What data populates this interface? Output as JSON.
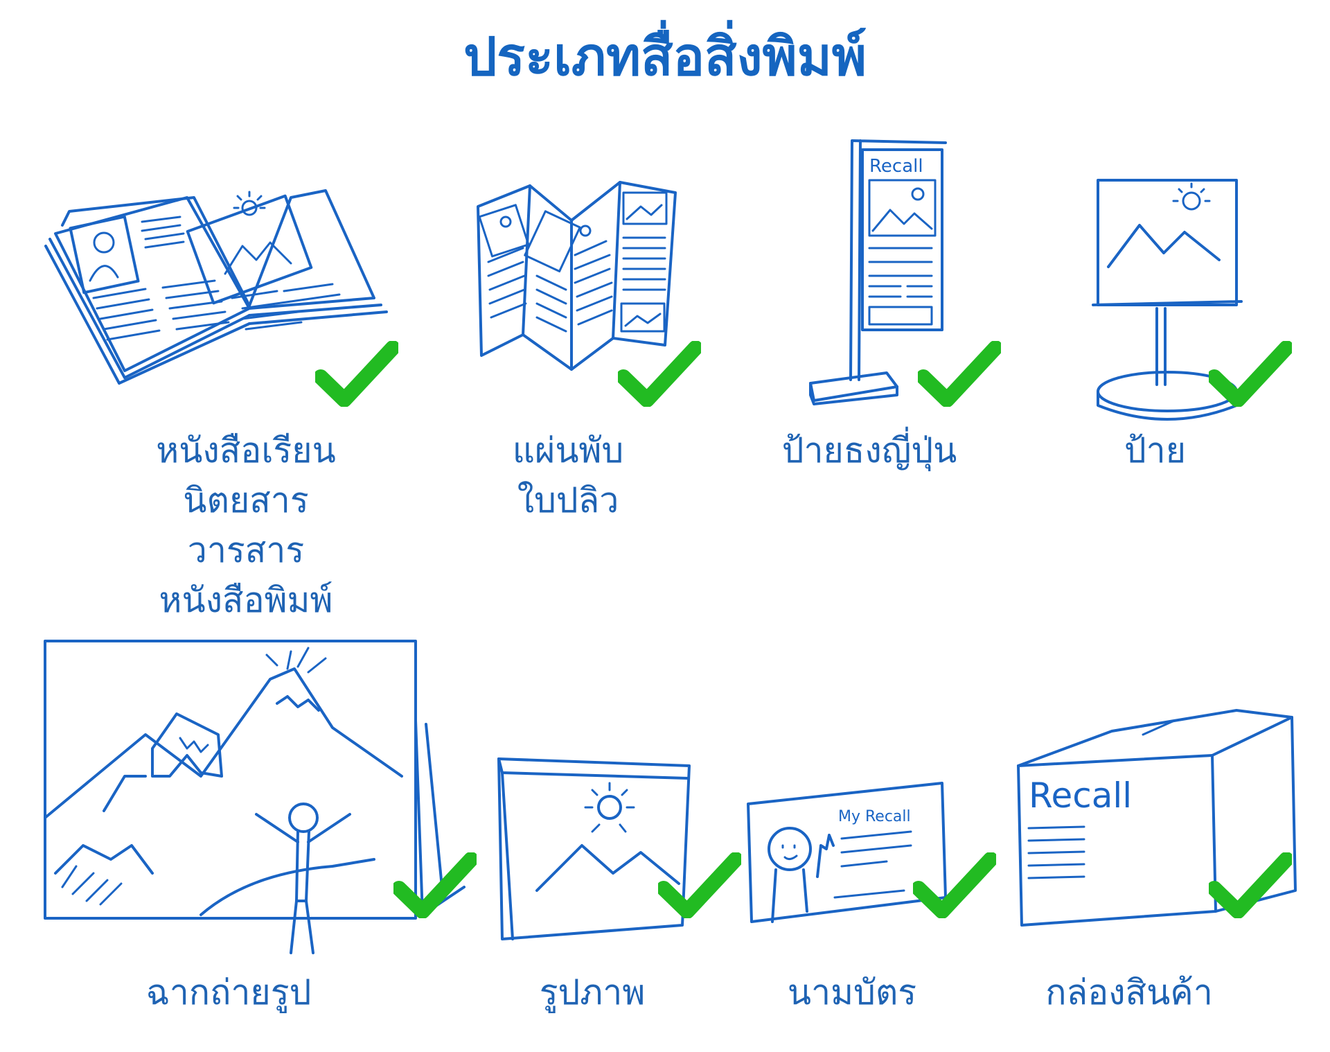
{
  "title": "ประเภทสื่อสิ่งพิมพ์",
  "colors": {
    "ink": "#1a64c4",
    "title": "#1565c0",
    "check": "#22bb22"
  },
  "items": [
    {
      "id": "magazine",
      "lines": [
        "หนังสือเรียน",
        "นิตยสาร",
        "วารสาร",
        "หนังสือพิมพ์"
      ],
      "icon": "open-magazine-icon",
      "checked": true
    },
    {
      "id": "brochure",
      "lines": [
        "แผ่นพับ",
        "ใบปลิว"
      ],
      "icon": "folded-brochure-icon",
      "checked": true
    },
    {
      "id": "banner-stand",
      "lines": [
        "ป้ายธงญี่ปุ่น"
      ],
      "icon": "banner-stand-icon",
      "checked": true,
      "sign_text": "Recall"
    },
    {
      "id": "sign",
      "lines": [
        "ป้าย"
      ],
      "icon": "sign-board-icon",
      "checked": true
    },
    {
      "id": "backdrop",
      "lines": [
        "ฉากถ่ายรูป"
      ],
      "icon": "photo-backdrop-icon",
      "checked": true
    },
    {
      "id": "picture",
      "lines": [
        "รูปภาพ"
      ],
      "icon": "picture-canvas-icon",
      "checked": true
    },
    {
      "id": "business-card",
      "lines": [
        "นามบัตร"
      ],
      "icon": "business-card-icon",
      "checked": true,
      "card_text": "My Recall"
    },
    {
      "id": "product-box",
      "lines": [
        "กล่องสินค้า"
      ],
      "icon": "product-box-icon",
      "checked": true,
      "box_text": "Recall"
    }
  ]
}
